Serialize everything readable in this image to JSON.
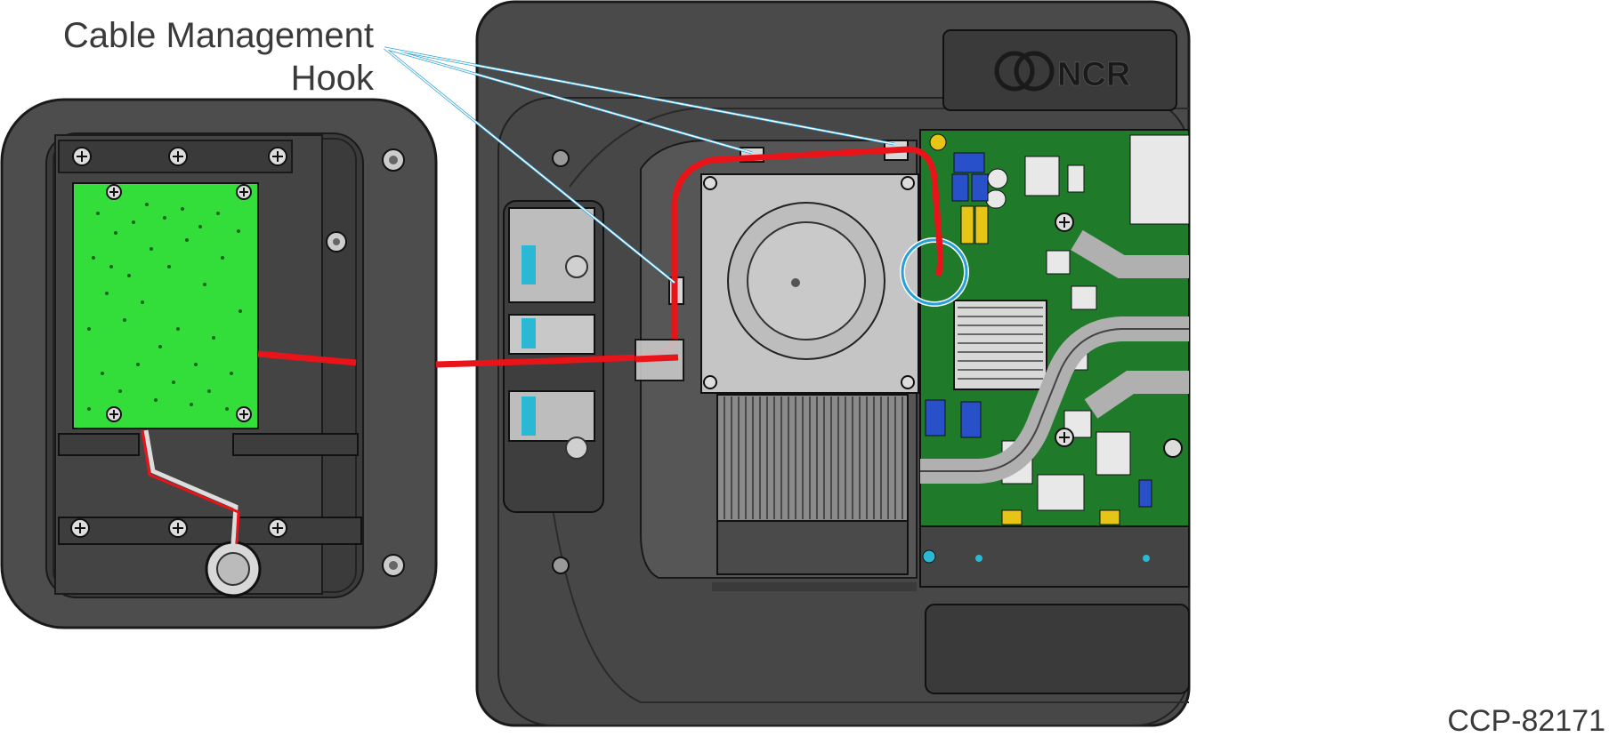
{
  "callout": {
    "line1": "Cable Management",
    "line2": "Hook"
  },
  "brand_logo": "NCR",
  "document_id": "CCP-82171",
  "colors": {
    "housing": "#4a4a4a",
    "housing_dark": "#2e2e2e",
    "panel": "#bdbdbd",
    "pcb_green": "#1f7a2a",
    "daughter_board": "#33dd3a",
    "cable": "#e8141a",
    "callout_line": "#2aa0d8",
    "heatsink": "#8a8a8a"
  }
}
